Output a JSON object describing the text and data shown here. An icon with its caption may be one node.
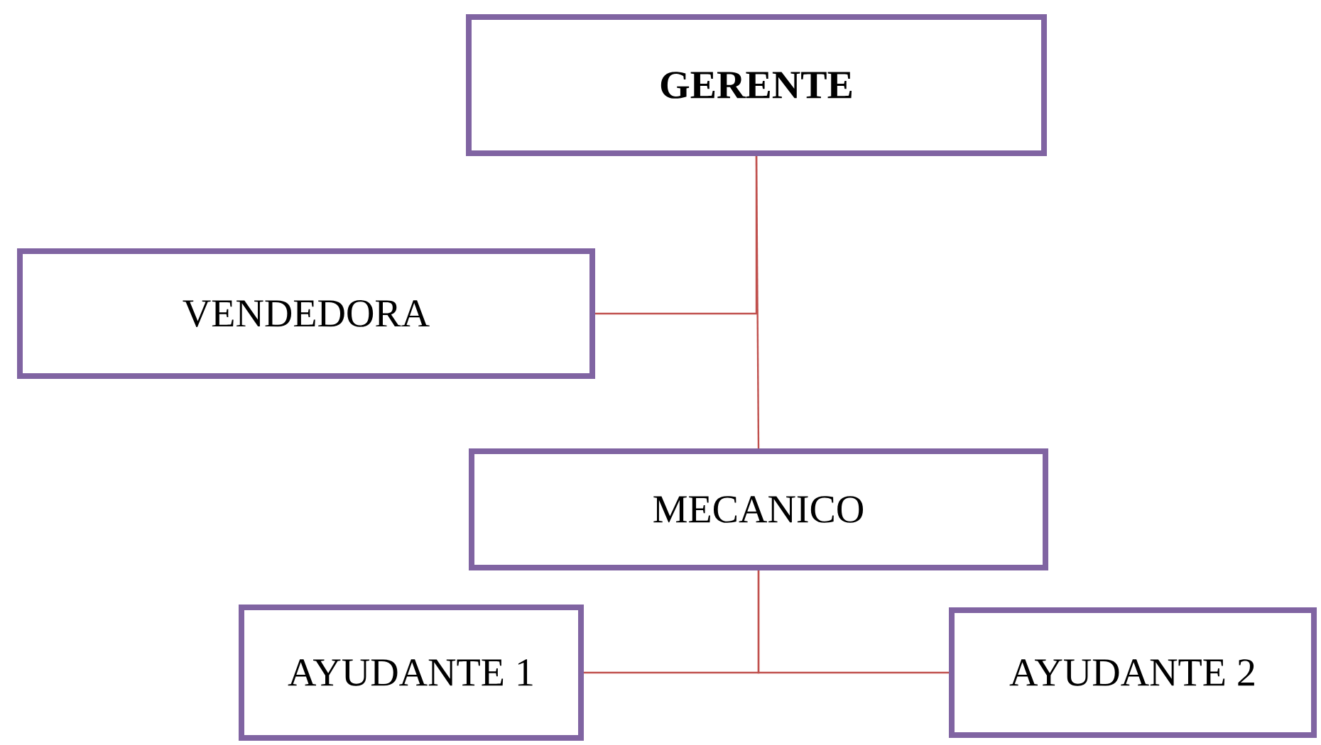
{
  "diagram": {
    "nodes": [
      {
        "text": [
          "GERENTE"
        ]
      },
      {
        "text": [
          "VENDEDORA"
        ]
      },
      {
        "text": [
          "MECANICO"
        ]
      },
      {
        "text": [
          "AYUDANTE 1"
        ]
      },
      {
        "text": [
          "AYUDANTE 2"
        ]
      }
    ],
    "edges": [
      {
        "from": 0,
        "to": 2,
        "arrow": "none"
      },
      {
        "from": 1,
        "to": 0,
        "arrow": "none"
      },
      {
        "from": 2,
        "to": 3,
        "arrow": "none"
      },
      {
        "from": 2,
        "to": 4,
        "arrow": "none"
      }
    ]
  }
}
